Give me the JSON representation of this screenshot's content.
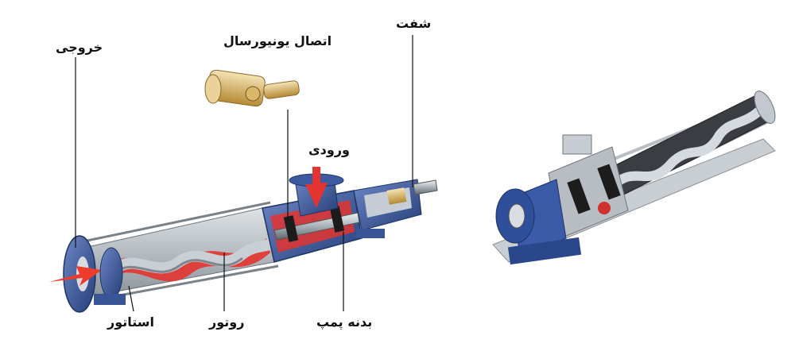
{
  "labels": {
    "outlet": "خروجی",
    "universal_joint": "اتصال یونیورسال",
    "shaft": "شفت",
    "inlet": "ورودی",
    "stator": "استاتور",
    "rotor": "روتور",
    "pump_body": "بدنه پمپ"
  },
  "colors": {
    "casing_blue": "#2f4f8f",
    "flow_red": "#e3342f",
    "steel": "#9aa3ab",
    "brass": "#c8a04a",
    "stator_black": "#1c1c1c",
    "leader_line": "#111111"
  }
}
